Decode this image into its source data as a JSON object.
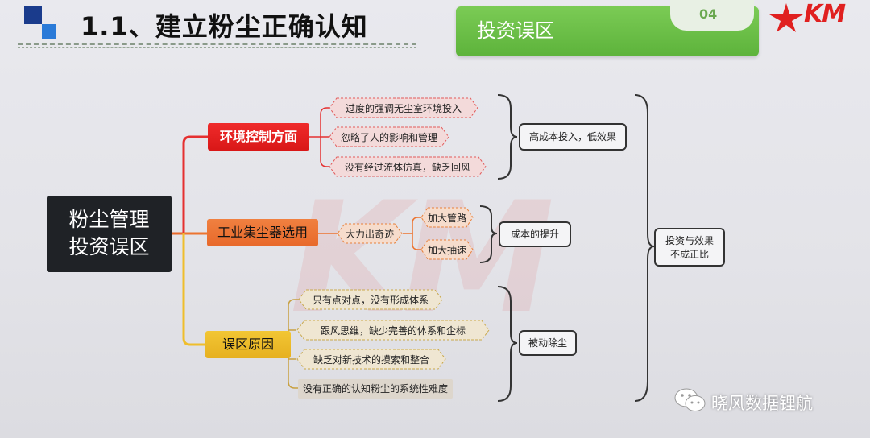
{
  "header": {
    "title": "1.1、建立粉尘正确认知",
    "banner_title": "投资误区",
    "page_number": "04",
    "logo": "KM"
  },
  "watermark": "KM",
  "root": {
    "line1": "粉尘管理",
    "line2": "投资误区"
  },
  "categories": [
    {
      "label": "环境控制方面",
      "items": [
        "过度的强调无尘室环境投入",
        "忽略了人的影响和管理",
        "没有经过流体仿真，缺乏回风"
      ],
      "summary": "高成本投入，低效果"
    },
    {
      "label": "工业集尘器选用",
      "sub": "大力出奇迹",
      "items": [
        "加大管路",
        "加大抽速"
      ],
      "summary": "成本的提升"
    },
    {
      "label": "误区原因",
      "items": [
        "只有点对点，没有形成体系",
        "跟风思维，缺少完善的体系和企标",
        "缺乏对新技术的摸索和整合",
        "没有正确的认知粉尘的系统性难度"
      ],
      "summary": "被动除尘"
    }
  ],
  "conclusion": "投资与效果不成正比",
  "conclusion_line1": "投资与效果",
  "conclusion_line2": "不成正比",
  "wechat_label": "晓风数据锂航",
  "colors": {
    "red": "#e02020",
    "orange": "#ec7430",
    "yellow": "#efbe2c",
    "green": "#6cbf47",
    "dark": "#1f2226"
  }
}
